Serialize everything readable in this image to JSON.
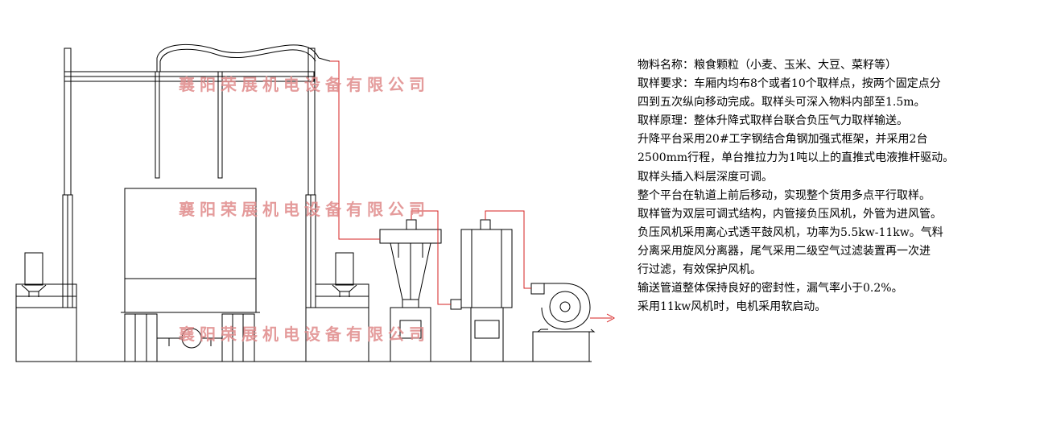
{
  "diagram": {
    "watermark_text": "襄阳荣展机电设备有限公司",
    "components": [
      "lift-frame",
      "sampling-tubes",
      "truck-cargo-box",
      "cyclone-separator",
      "air-filter",
      "centrifugal-fan"
    ],
    "line_colors": {
      "structure": "#000000",
      "pipe": "#d62020",
      "watermark": "#e08a8a"
    }
  },
  "spec_lines": [
    "物料名称：粮食颗粒（小麦、玉米、大豆、菜籽等）",
    "取样要求：车厢内均布8个或者10个取样点，按两个固定点分",
    "四到五次纵向移动完成。取样头可深入物料内部至1.5m。",
    "取样原理：整体升降式取样台联合负压气力取样输送。",
    "升降平台采用20#工字钢结合角钢加强式框架，并采用2台",
    "2500mm行程，单台推拉力为1吨以上的直推式电液推杆驱动。",
    "取样头插入料层深度可调。",
    "整个平台在轨道上前后移动，实现整个货用多点平行取样。",
    "取样管为双层可调式结构，内管接负压风机，外管为进风管。",
    "负压风机采用离心式透平鼓风机，功率为5.5kw-11kw。气料",
    "分离采用旋风分离器，尾气采用二级空气过滤装置再一次进",
    "行过滤，有效保护风机。",
    "输送管道整体保持良好的密封性，漏气率小于0.2%。",
    "采用11kw风机时，电机采用软启动。"
  ]
}
